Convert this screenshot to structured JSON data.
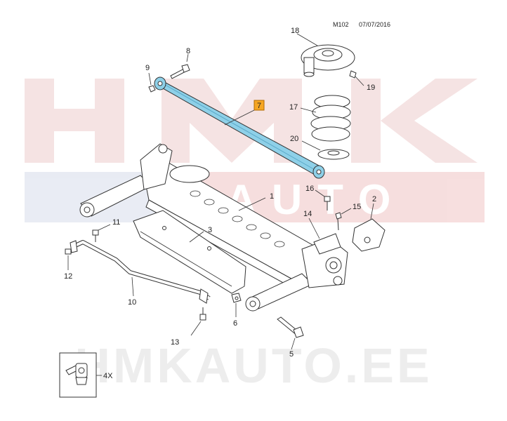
{
  "header": {
    "code": "M102",
    "date": "07/07/2016"
  },
  "watermark": {
    "brand": "HMK",
    "sub": "AUTO",
    "url": "HMKAUTO.EE"
  },
  "highlight": {
    "label": "7",
    "color": "#f5a623"
  },
  "colors": {
    "highlighted_part": "#8ed0e8",
    "outline": "#333333",
    "watermark_red": "#e8c4c4",
    "watermark_blue": "#cdd3e6"
  },
  "callouts": [
    {
      "id": "c1",
      "label": "1"
    },
    {
      "id": "c2",
      "label": "2"
    },
    {
      "id": "c3",
      "label": "3"
    },
    {
      "id": "c5",
      "label": "5"
    },
    {
      "id": "c6",
      "label": "6"
    },
    {
      "id": "c8",
      "label": "8"
    },
    {
      "id": "c9",
      "label": "9"
    },
    {
      "id": "c10",
      "label": "10"
    },
    {
      "id": "c11",
      "label": "11"
    },
    {
      "id": "c12",
      "label": "12"
    },
    {
      "id": "c13",
      "label": "13"
    },
    {
      "id": "c14",
      "label": "14"
    },
    {
      "id": "c15",
      "label": "15"
    },
    {
      "id": "c16",
      "label": "16"
    },
    {
      "id": "c17",
      "label": "17"
    },
    {
      "id": "c18",
      "label": "18"
    },
    {
      "id": "c19",
      "label": "19"
    },
    {
      "id": "c20",
      "label": "20"
    }
  ],
  "inset": {
    "quantity": "4X"
  }
}
